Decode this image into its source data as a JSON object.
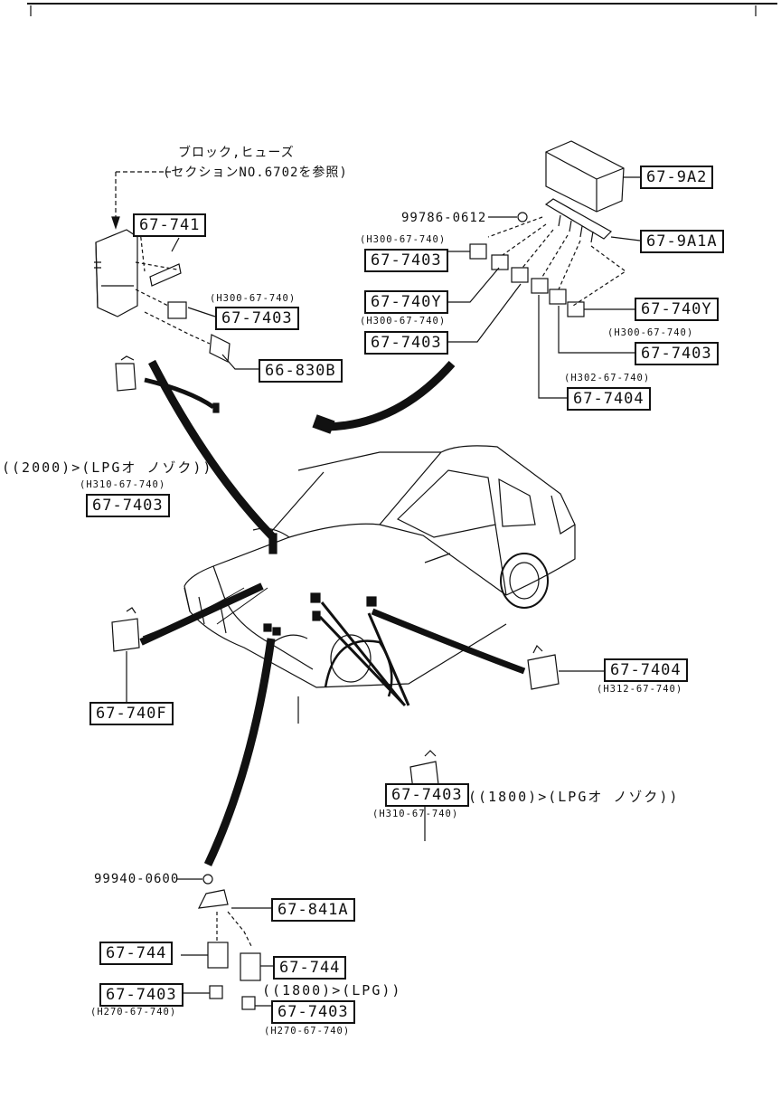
{
  "header_note": {
    "line1": "ブロック,ヒューズ",
    "line2": "(セクションNO.6702を参照)"
  },
  "fasteners": {
    "bolt_top": "99786-0612",
    "nut_bottom": "99940-0600"
  },
  "parts": {
    "p_67_741": "67-741",
    "p_67_7403_tl": "67-7403",
    "p_66_830b": "66-830B",
    "p_67_9a2": "67-9A2",
    "p_67_9a1a": "67-9A1A",
    "p_67_7403_tr1": "67-7403",
    "p_67_740y_l": "67-740Y",
    "p_67_7403_tr2": "67-7403",
    "p_67_740y_r": "67-740Y",
    "p_67_7403_tr3": "67-7403",
    "p_67_7404_tr": "67-7404",
    "p_67_7403_ml": "67-7403",
    "p_67_740f": "67-740F",
    "p_67_7404_mr": "67-7404",
    "p_67_7403_mc": "67-7403",
    "p_67_841a": "67-841A",
    "p_67_744_l": "67-744",
    "p_67_744_r": "67-744",
    "p_67_7403_bl": "67-7403",
    "p_67_7403_br": "67-7403"
  },
  "sub_codes": {
    "h300_tl": "(H300-67-740)",
    "h300_tr1": "(H300-67-740)",
    "h300_tr2": "(H300-67-740)",
    "h300_tr3": "(H300-67-740)",
    "h302": "(H302-67-740)",
    "h310_ml": "(H310-67-740)",
    "h312": "(H312-67-740)",
    "h310_mc": "(H310-67-740)",
    "h270_bl": "(H270-67-740)",
    "h270_br": "(H270-67-740)"
  },
  "conditions": {
    "c2000_lpg": "((2000)>(LPGオ ノゾク))",
    "c1800_lpg_exc": "((1800)>(LPGオ ノゾク))",
    "c1800_lpg": "((1800)>(LPG))"
  }
}
